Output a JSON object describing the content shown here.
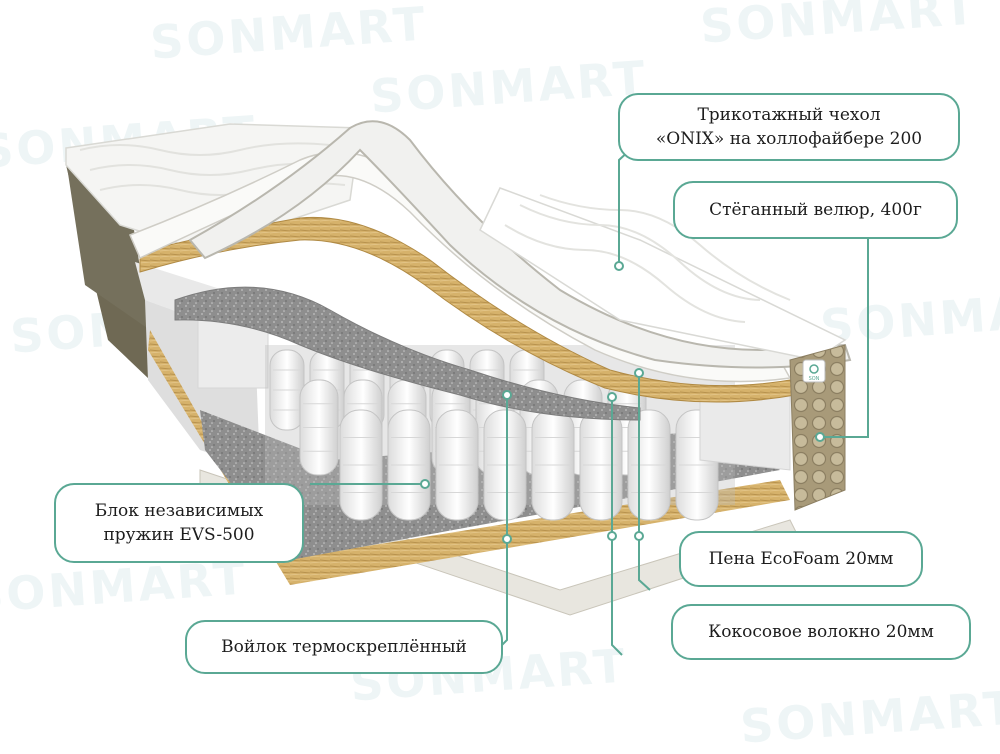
{
  "watermark": {
    "brand": "SONMART"
  },
  "badge": {
    "label": "SON"
  },
  "labels": {
    "cover": "Трикотажный чехол\n«ONIX» на холлофайбере 200",
    "velour": "Стёганный велюр, 400г",
    "springs": "Блок независимых\nпружин EVS-500",
    "felt": "Войлок термоскреплённый",
    "foam": "Пена EcoFoam 20мм",
    "coconut": "Кокосовое волокно 20мм"
  },
  "colors": {
    "accent": "#5aa894",
    "side_panel": "#7c7460",
    "coconut": "#d4b06a",
    "felt": "#8f8f8f",
    "foam": "#e6e6e6"
  }
}
